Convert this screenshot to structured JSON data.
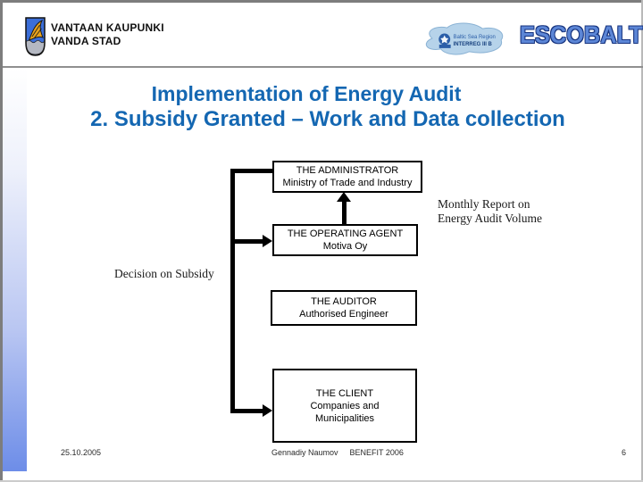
{
  "header": {
    "organization": {
      "line1": "VANTAAN KAUPUNKI",
      "line2": "VANDA STAD"
    },
    "coat_of_arms": "vantaa-coat-of-arms",
    "interreg": {
      "line1": "Baltic Sea Region",
      "line2": "INTERREG III B"
    },
    "escobalt": "ESCOBALT"
  },
  "title": {
    "line1": "Implementation of Energy Audit",
    "line2": "2. Subsidy Granted – Work and Data collection"
  },
  "flowchart": {
    "administrator": {
      "title": "THE ADMINISTRATOR",
      "subtitle": "Ministry of Trade and Industry"
    },
    "operating_agent": {
      "title": "THE OPERATING AGENT",
      "subtitle": "Motiva Oy"
    },
    "auditor": {
      "title": "THE AUDITOR",
      "subtitle": "Authorised Engineer"
    },
    "client": {
      "title": "THE CLIENT",
      "subtitle": "Companies and Municipalities"
    },
    "annotations": {
      "monthly_report_line1": "Monthly Report on",
      "monthly_report_line2": "Energy Audit Volume",
      "decision": "Decision on Subsidy"
    }
  },
  "footer": {
    "date": "25.10.2005",
    "author": "Gennadiy Naumov",
    "event": "BENEFIT 2006",
    "page": "6"
  },
  "colors": {
    "title_blue": "#1467b2",
    "bar_bottom_blue": "#6d8de8",
    "escobalt_blue": "#5c86d6",
    "frame_gray": "#7d7d7d"
  }
}
